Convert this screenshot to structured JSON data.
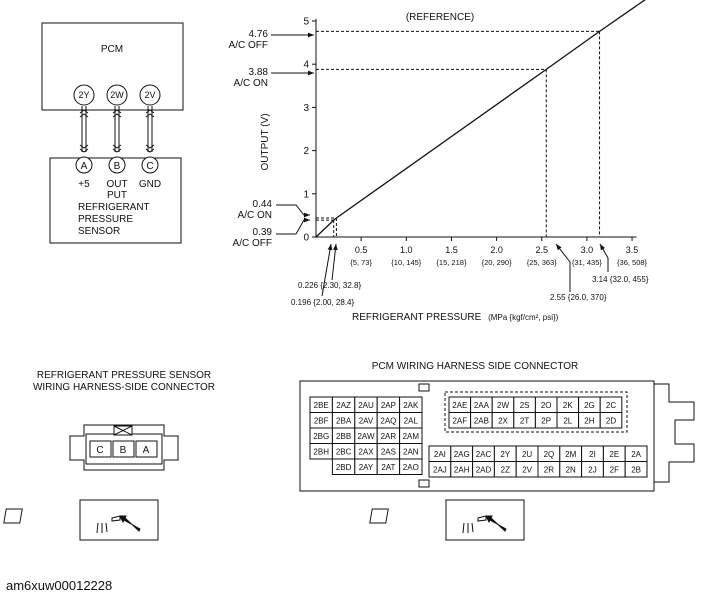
{
  "pcm": {
    "title": "PCM",
    "pins": [
      "2Y",
      "2W",
      "2V"
    ]
  },
  "sensor": {
    "pins": [
      "A",
      "B",
      "C"
    ],
    "pin_labels": [
      "+5",
      "OUT",
      "PUT",
      "GND"
    ],
    "label_lines": [
      "REFRIGERANT",
      "PRESSURE",
      "SENSOR"
    ]
  },
  "chart_data": {
    "type": "line",
    "title": "(REFERENCE)",
    "xlabel": "REFRIGERANT PRESSURE",
    "xlabel_units": "(MPa {kgf/cm², psi})",
    "ylabel": "OUTPUT (V)",
    "xlim": [
      0,
      3.5
    ],
    "ylim": [
      0,
      5
    ],
    "series": [
      {
        "x": [
          0.0,
          0.196,
          0.226,
          2.55,
          3.14,
          3.65
        ],
        "y": [
          0.0,
          0.39,
          0.44,
          3.88,
          4.76,
          5.5
        ]
      }
    ],
    "x_ticks": [
      {
        "value": 0.5,
        "label": "0.5",
        "sub": "{5, 73}"
      },
      {
        "value": 1.0,
        "label": "1.0",
        "sub": "{10, 145}"
      },
      {
        "value": 1.5,
        "label": "1.5",
        "sub": "{15, 218}"
      },
      {
        "value": 2.0,
        "label": "2.0",
        "sub": "{20, 290}"
      },
      {
        "value": 2.5,
        "label": "2.5",
        "sub": "{25, 363}"
      },
      {
        "value": 3.0,
        "label": "3.0",
        "sub": "{31, 435}"
      },
      {
        "value": 3.5,
        "label": "3.5",
        "sub": "{36, 508}"
      }
    ],
    "y_ticks": [
      "0",
      "1",
      "2",
      "3",
      "4",
      "5"
    ],
    "y_annotations": [
      {
        "value": "4.76",
        "label": "A/C OFF"
      },
      {
        "value": "3.88",
        "label": "A/C ON"
      },
      {
        "value": "0.44",
        "label": "A/C ON"
      },
      {
        "value": "0.39",
        "label": "A/C OFF"
      }
    ],
    "x_annotations": [
      "0.226 {2.30, 32.8}",
      "0.196 {2.00, 28.4}",
      "2.55 {26.0, 370}",
      "3.14 {32.0, 455}"
    ]
  },
  "sensor_connector": {
    "title_lines": [
      "REFRIGERANT PRESSURE SENSOR",
      "WIRING HARNESS-SIDE CONNECTOR"
    ],
    "terminals": [
      "C",
      "B",
      "A"
    ]
  },
  "pcm_connector": {
    "title": "PCM WIRING HARNESS SIDE CONNECTOR",
    "left_block": [
      [
        "2BE",
        "2AZ",
        "2AU",
        "2AP",
        "2AK"
      ],
      [
        "2BF",
        "2BA",
        "2AV",
        "2AQ",
        "2AL"
      ],
      [
        "2BG",
        "2BB",
        "2AW",
        "2AR",
        "2AM"
      ],
      [
        "2BH",
        "2BC",
        "2AX",
        "2AS",
        "2AN"
      ],
      [
        "",
        "2BD",
        "2AY",
        "2AT",
        "2AO"
      ]
    ],
    "top_right_block": [
      [
        "2AE",
        "2AA",
        "2W",
        "2S",
        "2O",
        "2K",
        "2G",
        "2C"
      ],
      [
        "2AF",
        "2AB",
        "2X",
        "2T",
        "2P",
        "2L",
        "2H",
        "2D"
      ]
    ],
    "bottom_right_block": [
      [
        "2AI",
        "2AG",
        "2AC",
        "2Y",
        "2U",
        "2Q",
        "2M",
        "2I",
        "2E",
        "2A"
      ],
      [
        "2AJ",
        "2AH",
        "2AD",
        "2Z",
        "2V",
        "2R",
        "2N",
        "2J",
        "2F",
        "2B"
      ]
    ]
  },
  "doc_id": "am6xuw00012228"
}
